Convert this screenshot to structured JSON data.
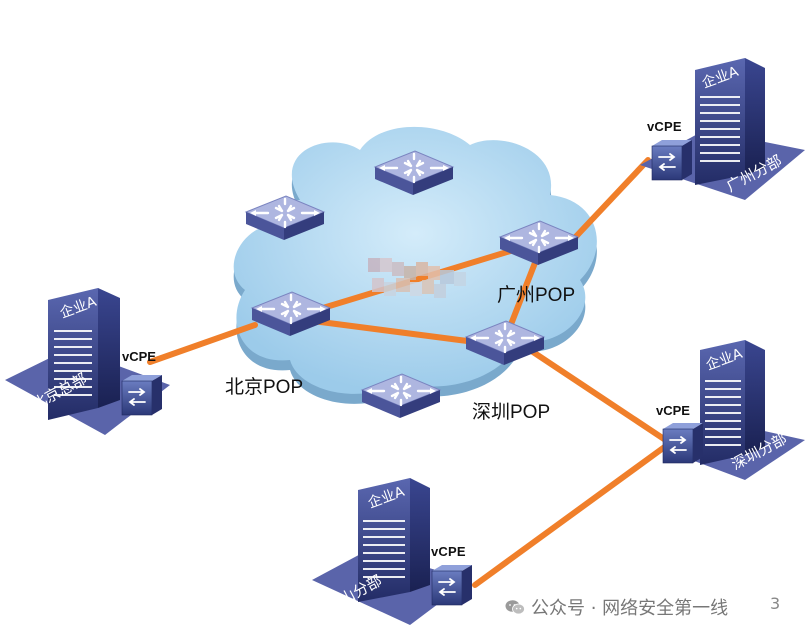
{
  "pops": {
    "beijing": "北京POP",
    "guangzhou": "广州POP",
    "shenzhen": "深圳POP"
  },
  "sites": {
    "beijing": {
      "company": "企业A",
      "name": "北京总部",
      "device": "vCPE"
    },
    "guangzhou": {
      "company": "企业A",
      "name": "广州分部",
      "device": "vCPE"
    },
    "shenzhen": {
      "company": "企业A",
      "name": "深圳分部",
      "device": "vCPE"
    },
    "foshan": {
      "company": "企业A",
      "name": "佛山分部",
      "device": "vCPE"
    }
  },
  "watermark": {
    "text": "公众号 · 网络安全第一线",
    "icon": "wechat-icon"
  },
  "page_number": "3",
  "colors": {
    "link": "#f07f2a",
    "cloud": "#a9d4f0",
    "router_top": "#8f98cc",
    "router_side": "#4a5495",
    "building": "#2e3a7a",
    "base": "#5560a8"
  }
}
